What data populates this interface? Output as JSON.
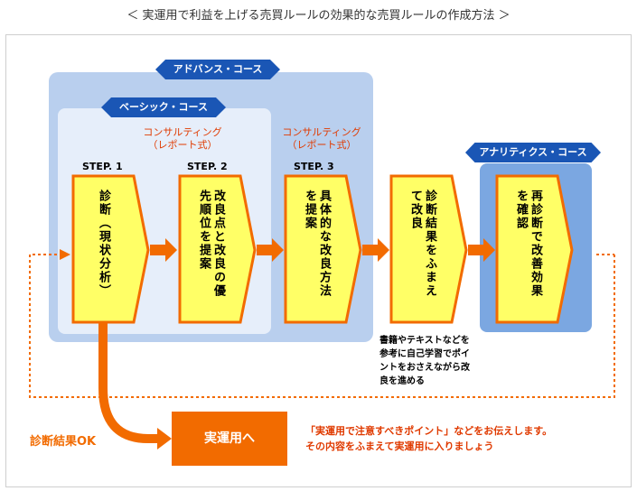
{
  "title": "＜ 実運用で利益を上げる売買ルールの効果的な売買ルールの作成方法 ＞",
  "courses": {
    "advanced": "アドバンス・コース",
    "basic": "ベーシック・コース",
    "analytics": "アナリティクス・コース"
  },
  "consulting": [
    {
      "line1": "コンサルティング",
      "line2": "（レポート式）"
    },
    {
      "line1": "コンサルティング",
      "line2": "（レポート式）"
    }
  ],
  "steps": [
    "STEP. 1",
    "STEP. 2",
    "STEP. 3"
  ],
  "boxes": [
    "診断（現状分析）",
    "改良点と改良の優先順位を提案",
    "具体的な改良方法を提案",
    "診断結果をふまえて改良",
    "再診断で改善効果を確認"
  ],
  "self_study_note": [
    "書籍やテキストなどを",
    "参考に自己学習でポイ",
    "ントをおさえながら改",
    "良を進める"
  ],
  "ok_label": "診断結果OK",
  "production_label": "実運用へ",
  "message": [
    "「実運用で注意すべきポイント」などをお伝えします。",
    "その内容をふまえて実運用に入りましょう"
  ],
  "colors": {
    "orange": "#f26b00",
    "box_fill": "#ffff66",
    "blue_pill": "#1a56b5",
    "advanced_bg": "#b9cfee",
    "basic_bg": "#e6eefa",
    "analytics_bg": "#7ba7e1"
  }
}
